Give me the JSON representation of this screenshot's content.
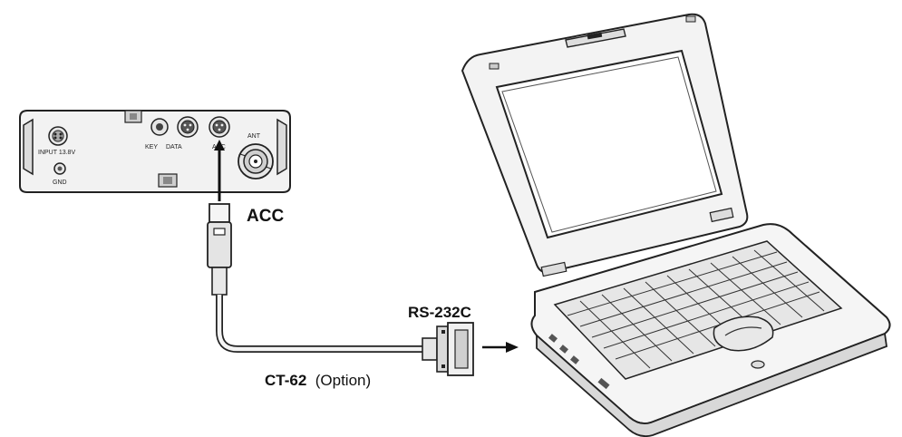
{
  "labels": {
    "acc": "ACC",
    "rs232c": "RS-232C",
    "cable_name": "CT-62",
    "cable_option": "(Option)"
  },
  "radio_panel": {
    "input": "INPUT 13.8V",
    "key": "KEY",
    "data": "DATA",
    "acc": "ACC",
    "ant": "ANT",
    "gnd": "GND"
  }
}
